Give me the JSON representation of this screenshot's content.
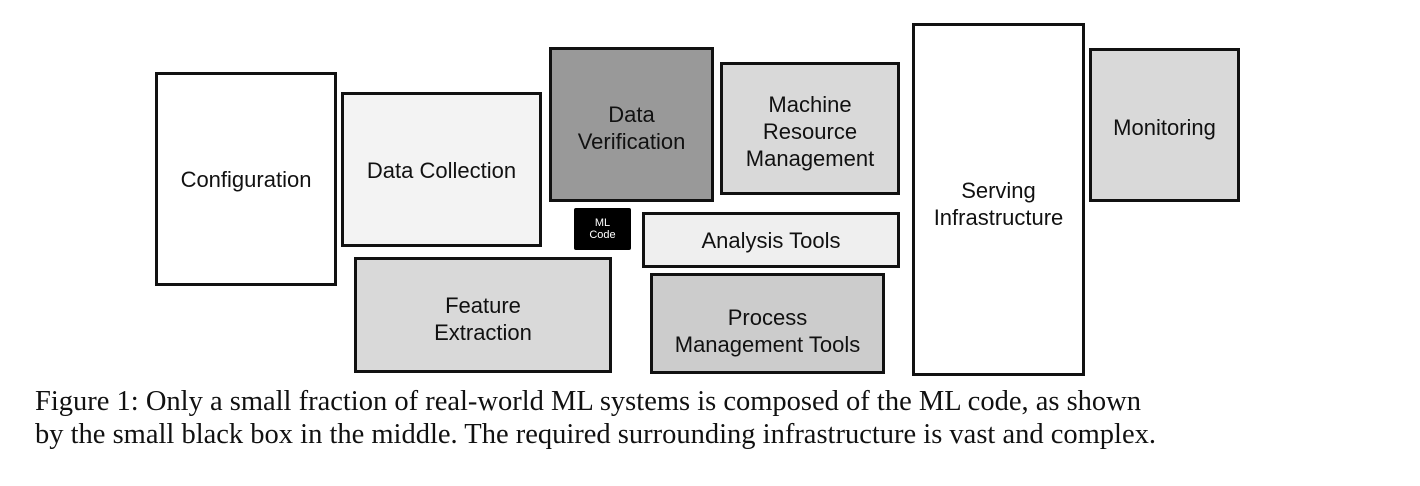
{
  "diagram": {
    "title": "ML system components",
    "boxes": [
      {
        "id": "configuration",
        "label": "Configuration",
        "fill": "#ffffff"
      },
      {
        "id": "data-collection",
        "label": "Data Collection",
        "fill": "#f3f3f3"
      },
      {
        "id": "data-verification",
        "label": "Data\nVerification",
        "fill": "#999999"
      },
      {
        "id": "machine-resource-management",
        "label": "Machine\nResource\nManagement",
        "fill": "#d9d9d9"
      },
      {
        "id": "ml-code",
        "label": "ML\nCode",
        "fill": "#000000"
      },
      {
        "id": "analysis-tools",
        "label": "Analysis Tools",
        "fill": "#efefef"
      },
      {
        "id": "feature-extraction",
        "label": "Feature\nExtraction",
        "fill": "#d9d9d9"
      },
      {
        "id": "process-management-tools",
        "label": "Process\nManagement Tools",
        "fill": "#cccccc"
      },
      {
        "id": "serving-infrastructure",
        "label": "Serving\nInfrastructure",
        "fill": "#ffffff"
      },
      {
        "id": "monitoring",
        "label": "Monitoring",
        "fill": "#d9d9d9"
      }
    ]
  },
  "caption": {
    "line1": "Figure 1: Only a small fraction of real-world ML systems is composed of the ML code, as shown",
    "line2": "by the small black box in the middle. The required surrounding infrastructure is vast and complex."
  }
}
